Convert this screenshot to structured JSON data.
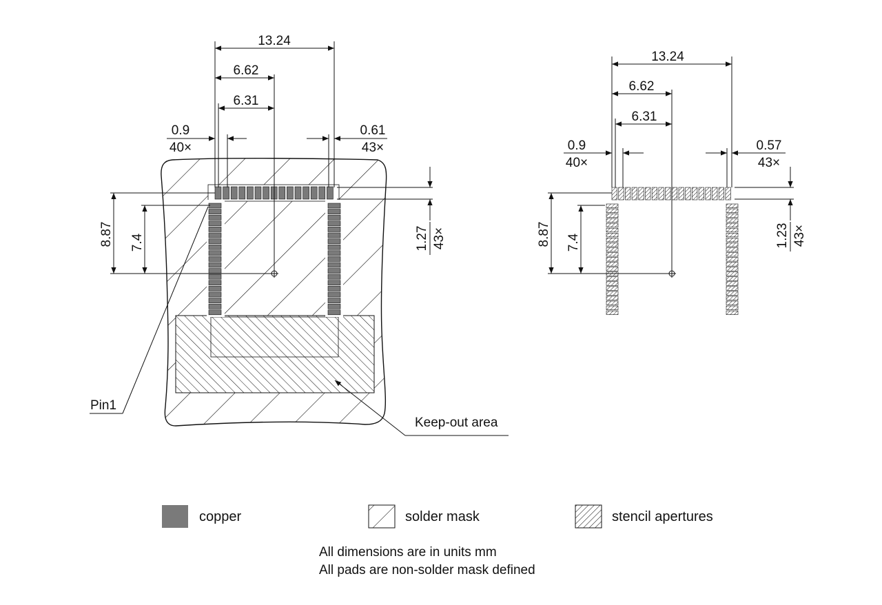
{
  "left_view": {
    "dims": {
      "width_total": "13.24",
      "half_width": "6.62",
      "center_offset": "6.31",
      "left_pad_width": "0.9",
      "left_pad_count": "40×",
      "right_pad_width": "0.61",
      "right_pad_count": "43×",
      "height_total": "8.87",
      "height_inner": "7.4",
      "pitch": "1.27",
      "pitch_count": "43×"
    },
    "labels": {
      "pin1": "Pin1",
      "keepout": "Keep-out area"
    }
  },
  "right_view": {
    "dims": {
      "width_total": "13.24",
      "half_width": "6.62",
      "center_offset": "6.31",
      "left_pad_width": "0.9",
      "left_pad_count": "40×",
      "right_pad_width": "0.57",
      "right_pad_count": "43×",
      "height_total": "8.87",
      "height_inner": "7.4",
      "pitch": "1.23",
      "pitch_count": "43×"
    }
  },
  "legend": {
    "copper": "copper",
    "solder_mask": "solder mask",
    "stencil": "stencil apertures"
  },
  "notes": {
    "line1": "All dimensions are in units mm",
    "line2": "All pads are non-solder mask defined"
  },
  "colors": {
    "copper": "#7a7a7a",
    "line": "#111111"
  }
}
